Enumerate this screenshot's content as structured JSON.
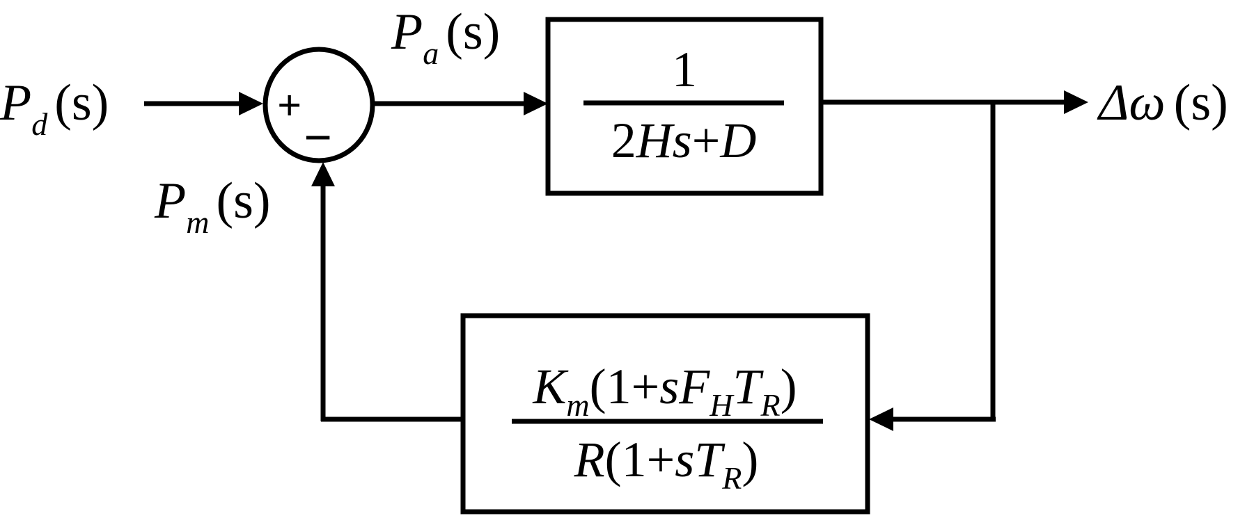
{
  "input": {
    "symbol": "P",
    "sub": "d",
    "arg": "(s)"
  },
  "error": {
    "symbol": "P",
    "sub": "a",
    "arg": "(s)"
  },
  "feedback": {
    "symbol": "P",
    "sub": "m",
    "arg": "(s)"
  },
  "output": {
    "symbol": "Δω",
    "arg": "(s)"
  },
  "summing_junction": {
    "plus": "+",
    "minus": "−"
  },
  "forward_block": {
    "numerator": "1",
    "den_a": "2",
    "den_b": "Hs",
    "den_c": "+",
    "den_d": "D"
  },
  "feedback_block": {
    "num_K": "K",
    "num_K_sub": "m",
    "num_open": "(1",
    "num_plus": "+",
    "num_s": "sF",
    "num_F_sub": "H",
    "num_T": "T",
    "num_T_sub": "R",
    "num_close": ")",
    "den_R": "R",
    "den_open": "(1",
    "den_plus": "+",
    "den_sT": "sT",
    "den_T_sub": "R",
    "den_close": ")"
  }
}
